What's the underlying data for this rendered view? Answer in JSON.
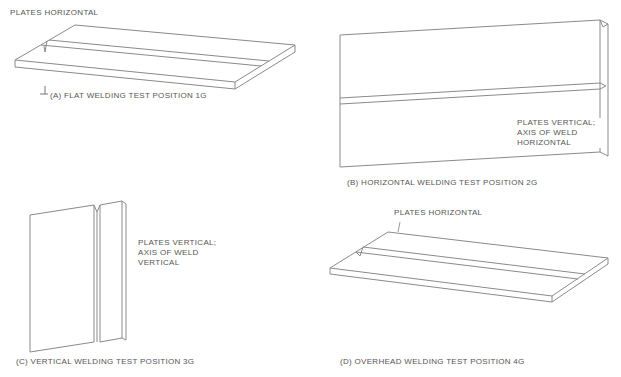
{
  "diagram": {
    "labels": [
      "PLATES HORIZONTAL",
      "(A) FLAT WELDING TEST POSITION 1G",
      "PLATES VERTICAL; AXIS OF WELD HORIZONTAL",
      "(B) HORIZONTAL WELDING TEST POSITION 2G",
      "PLATES VERTICAL; AXIS OF WELD VERTICAL",
      "(C) VERTICAL WELDING TEST POSITION 3G",
      "PLATES HORIZONTAL",
      "(D) OVERHEAD WELDING TEST POSITION 4G"
    ]
  }
}
